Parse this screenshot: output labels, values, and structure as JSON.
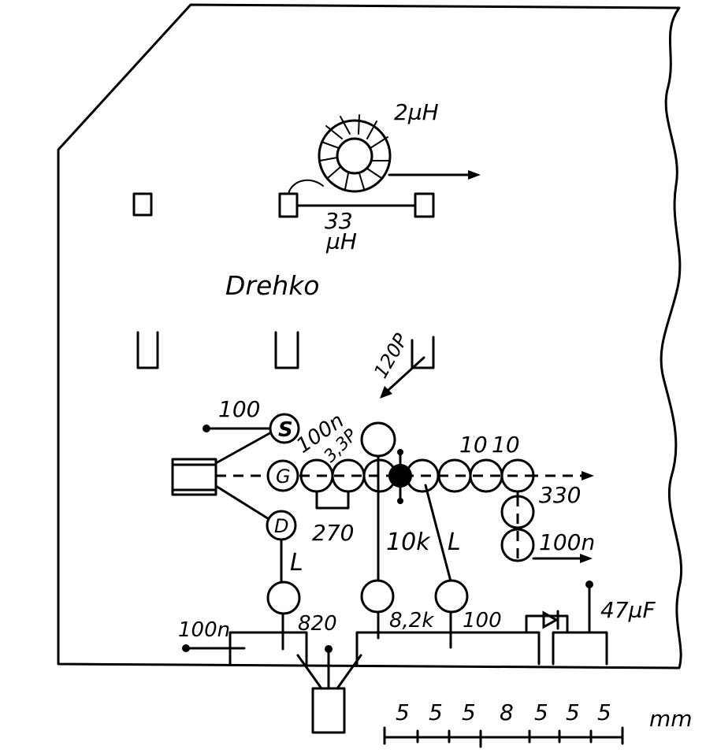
{
  "labels": {
    "coil_2uh": "2µH",
    "choke_33uh_value": "33",
    "choke_33uh_unit": "µH",
    "drehko": "Drehko",
    "cap_120p": "120P",
    "res_100_left": "100",
    "fet_s": "S",
    "fet_g": "G",
    "fet_d": "D",
    "cap_100n_top": "100n",
    "cap_3_3p": "3,3P",
    "res_10_a": "10",
    "res_10_b": "10",
    "res_330": "330",
    "res_270": "270",
    "res_10k": "10k",
    "choke_L_right": "L",
    "choke_L_left": "L",
    "cap_100n_right": "100n",
    "cap_100n_bottom": "100n",
    "res_820": "820",
    "res_8_2k": "8,2k",
    "res_100_bottom": "100",
    "cap_47uf": "47µF"
  },
  "scale": {
    "values": [
      "5",
      "5",
      "5",
      "8",
      "5",
      "5",
      "5"
    ],
    "unit": "mm"
  }
}
